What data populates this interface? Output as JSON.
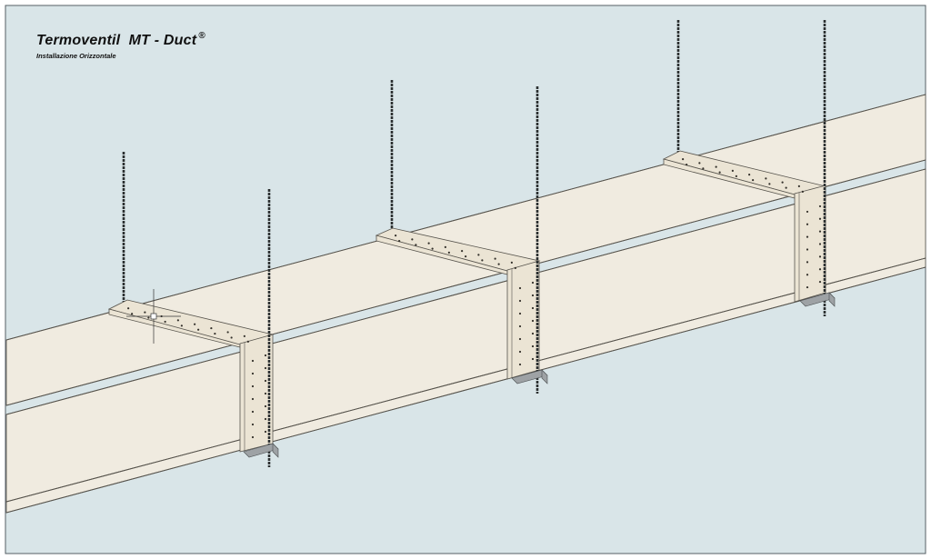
{
  "title": {
    "brand": "Termoventil",
    "product": "MT - Duct",
    "mark": "®",
    "subtitle": "Installazione Orizzontale"
  },
  "colors": {
    "background": "#d9e5e8",
    "frame": "#555e64",
    "duct_face": "#f0ebe0",
    "duct_edge": "#56534c",
    "collar": "#ebe4d4",
    "rod": "#2b2f30",
    "dots": "#33302a",
    "bracket": "#9ea2a5"
  },
  "components": {
    "duct_panels": 1,
    "collars": 3,
    "threaded_rods": 6,
    "support_brackets": 3,
    "crosshair_marker": 1
  }
}
